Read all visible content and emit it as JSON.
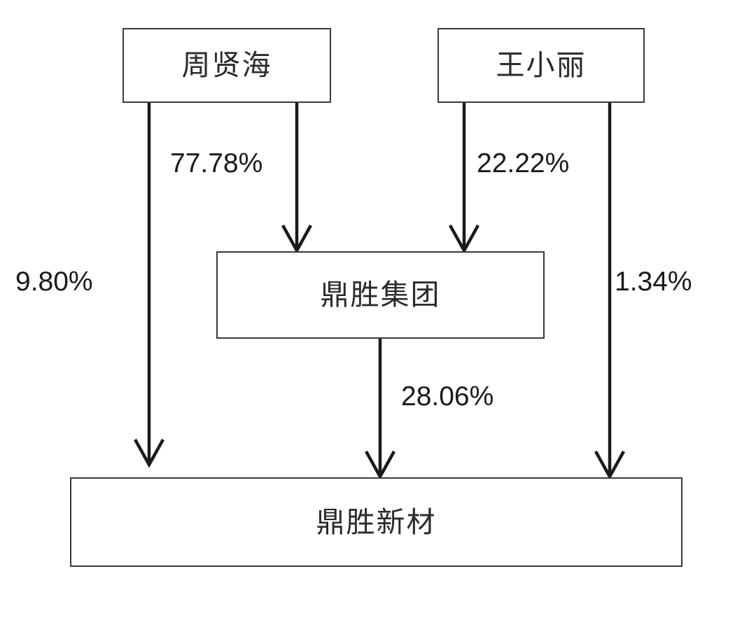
{
  "diagram": {
    "type": "ownership-structure",
    "nodes": [
      {
        "id": "zhou",
        "label": "周贤海"
      },
      {
        "id": "wang",
        "label": "王小丽"
      },
      {
        "id": "group",
        "label": "鼎胜集团"
      },
      {
        "id": "target",
        "label": "鼎胜新材"
      }
    ],
    "edges": [
      {
        "id": "zhou-group",
        "from": "周贤海",
        "to": "鼎胜集团",
        "label": "77.78%"
      },
      {
        "id": "wang-group",
        "from": "王小丽",
        "to": "鼎胜集团",
        "label": "22.22%"
      },
      {
        "id": "zhou-target",
        "from": "周贤海",
        "to": "鼎胜新材",
        "label": "9.80%"
      },
      {
        "id": "wang-target",
        "from": "王小丽",
        "to": "鼎胜新材",
        "label": "1.34%"
      },
      {
        "id": "group-target",
        "from": "鼎胜集团",
        "to": "鼎胜新材",
        "label": "28.06%"
      }
    ],
    "colors": {
      "box_border": "#3a3a3a",
      "connector": "#1a1a1a",
      "node_text": "#2b2b2b",
      "label_text": "#1a1a1a",
      "background": "#ffffff"
    }
  }
}
